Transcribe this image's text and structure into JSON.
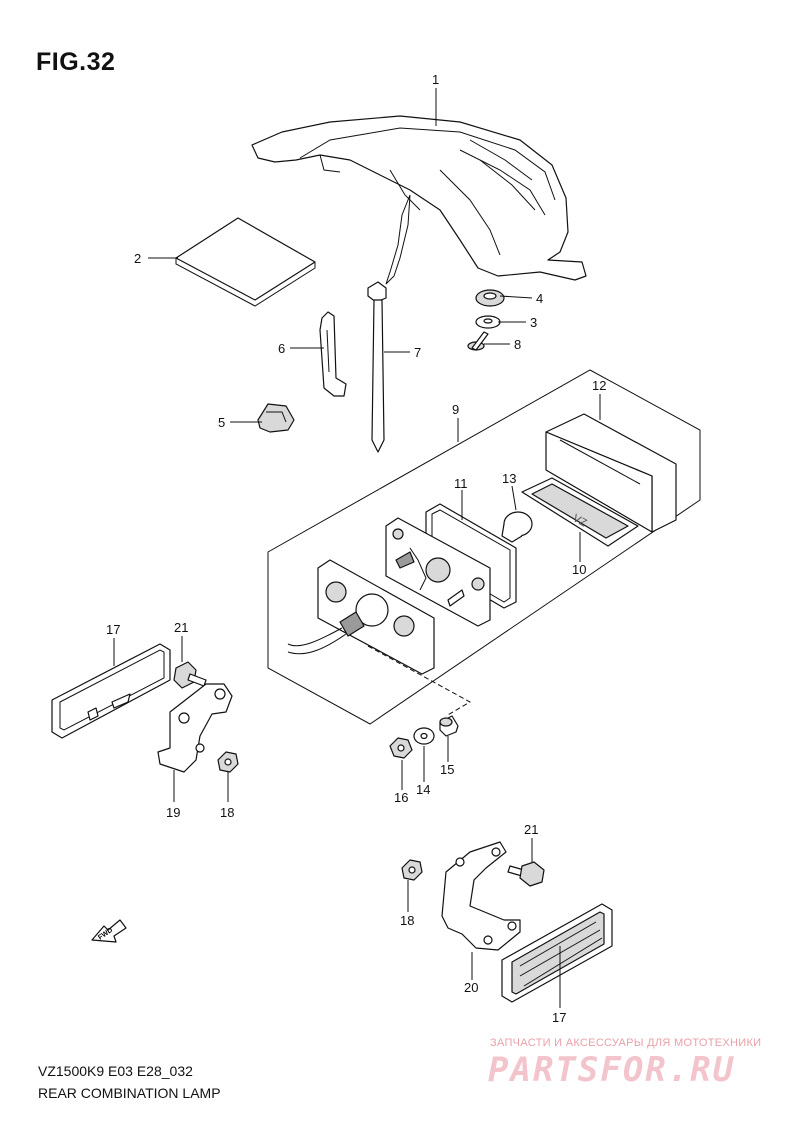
{
  "figure": {
    "title": "FIG.32",
    "model_code": "VZ1500K9 E03 E28_032",
    "name": "REAR COMBINATION LAMP"
  },
  "callouts": [
    "1",
    "2",
    "3",
    "4",
    "5",
    "6",
    "7",
    "8",
    "9",
    "10",
    "11",
    "12",
    "13",
    "14",
    "15",
    "16",
    "17",
    "18",
    "19",
    "20",
    "21"
  ],
  "fwd_label": "FWD",
  "watermark": {
    "subtitle": "ЗАПЧАСТИ И АКСЕССУАРЫ ДЛЯ МОТОТЕХНИКИ",
    "brand": "PARTSFOR.RU"
  }
}
